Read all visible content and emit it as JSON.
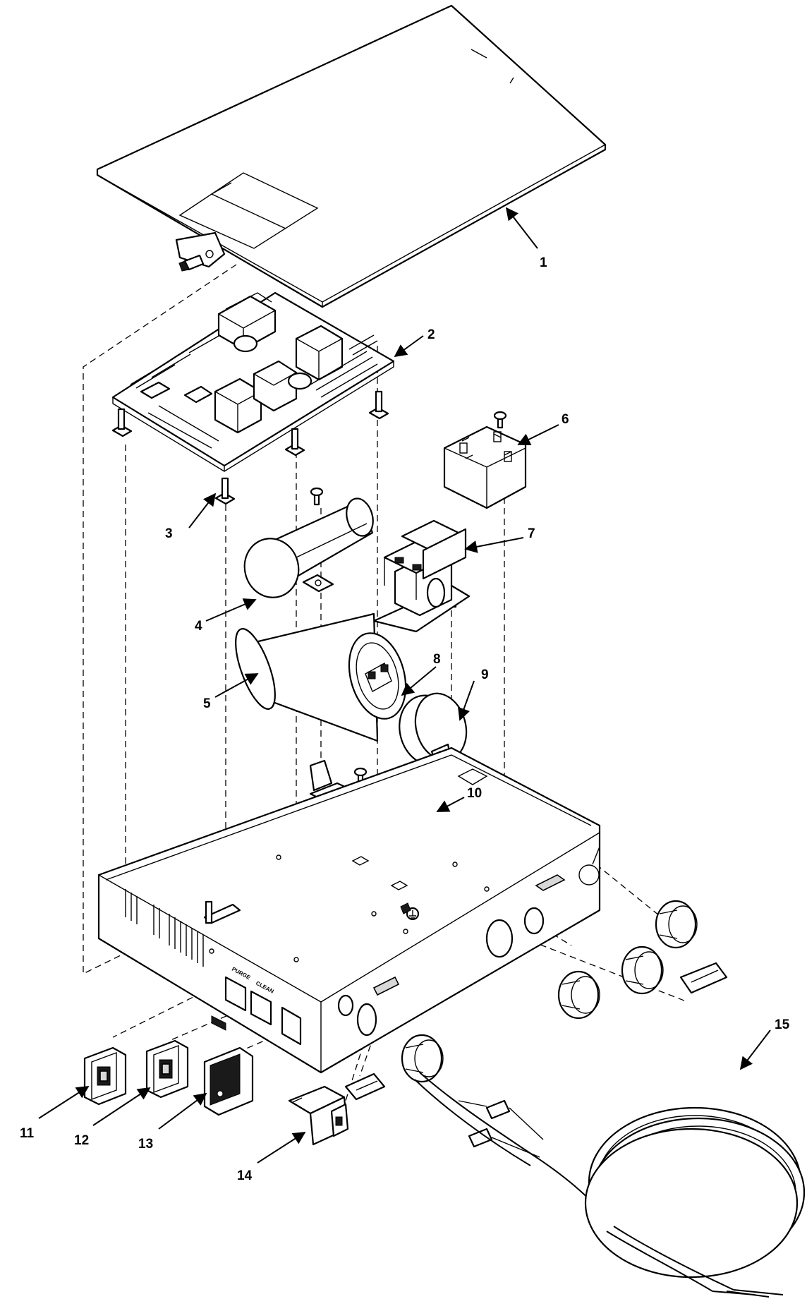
{
  "diagram": {
    "callouts": [
      "1",
      "2",
      "3",
      "4",
      "5",
      "6",
      "7",
      "8",
      "9",
      "10",
      "11",
      "12",
      "13",
      "14",
      "15"
    ],
    "panel_labels": {
      "purge": "PURGE",
      "clean": "CLEAN"
    }
  }
}
